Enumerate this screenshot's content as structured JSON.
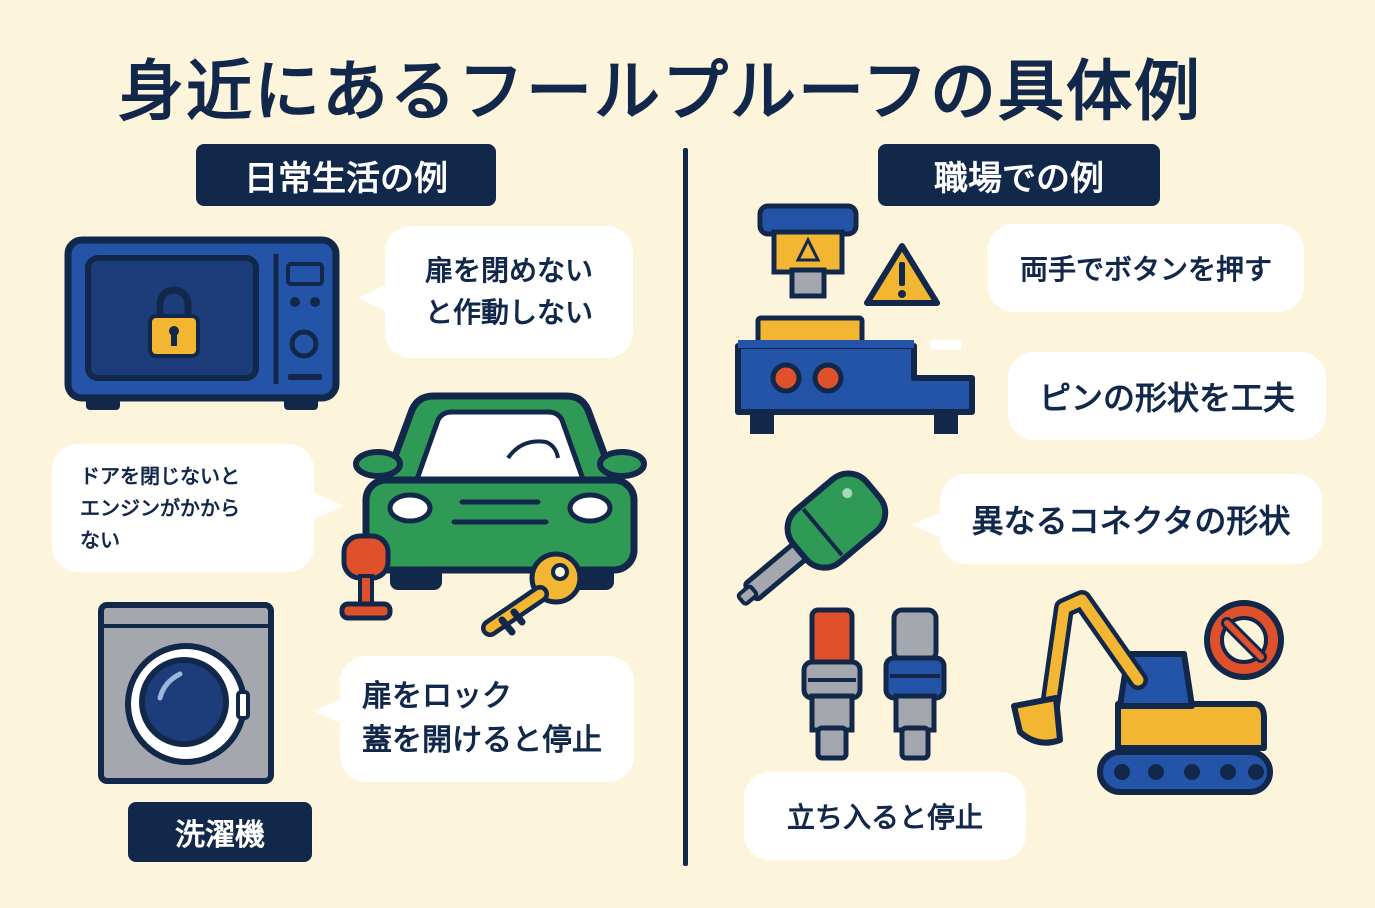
{
  "title": "身近にあるフールプルーフの具体例",
  "left_section": {
    "label": "日常生活の例",
    "microwave_text": [
      "扉を閉めない",
      "と作動しない"
    ],
    "car_text": [
      "ドアを閉じないと",
      "エンジンがかから",
      "ない"
    ],
    "washer_text": [
      "扉をロック",
      "蓋を開けると停止"
    ],
    "washer_label": "洗濯機"
  },
  "right_section": {
    "label": "職場での例",
    "press_text": "両手でボタンを押す",
    "pin_text": "ピンの形状を工夫",
    "connector_text": "異なるコネクタの形状",
    "excavator_text": "立ち入ると停止"
  },
  "colors": {
    "navy": "#12284a",
    "background": "#fdf4dc",
    "blue": "#2454a8",
    "yellow": "#f2b632",
    "green": "#2f9a55",
    "red": "#e0502a",
    "gray": "#9ea2a8"
  }
}
